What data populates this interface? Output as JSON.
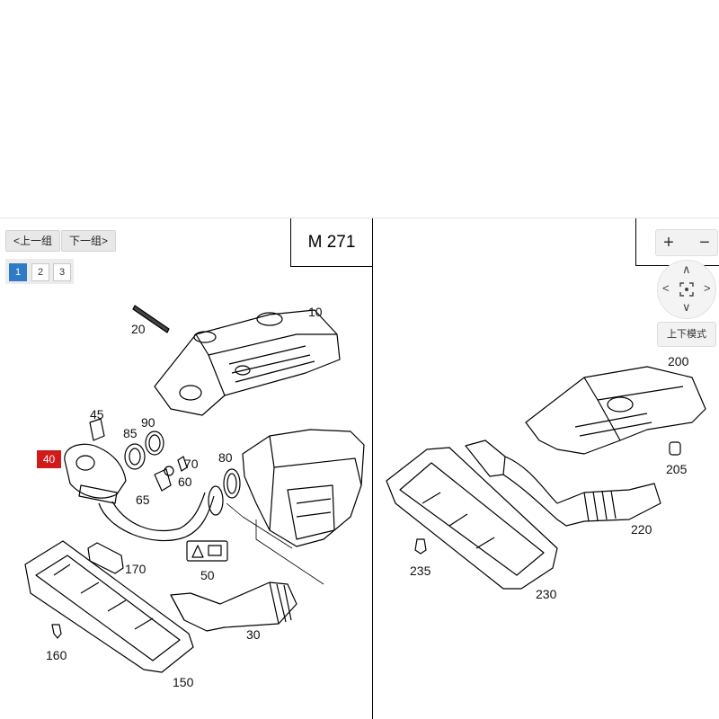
{
  "nav": {
    "prev_label": "上一组",
    "next_label": "下一组",
    "prev_icon": "chevron-left-icon",
    "next_icon": "chevron-right-icon"
  },
  "pages": {
    "tabs": [
      "1",
      "2",
      "3"
    ],
    "active": "1"
  },
  "diagram_left": {
    "title": "M 271",
    "highlighted_part": "40",
    "highlight_color": "#d11a1a",
    "parts": [
      "10",
      "20",
      "45",
      "85",
      "90",
      "80",
      "70",
      "60",
      "65",
      "40",
      "170",
      "50",
      "30",
      "160",
      "150"
    ]
  },
  "diagram_right": {
    "title_partial": "27",
    "parts": [
      "200",
      "205",
      "220",
      "230",
      "235"
    ]
  },
  "viewer_controls": {
    "zoom_in": "+",
    "zoom_out": "−",
    "pan_up": "∧",
    "pan_down": "∨",
    "pan_left": "<",
    "pan_right": ">",
    "center_icon": "focus-center-icon",
    "mode_label": "上下模式"
  },
  "colors": {
    "active_tab": "#2f7ac4",
    "highlight": "#d11a1a"
  }
}
